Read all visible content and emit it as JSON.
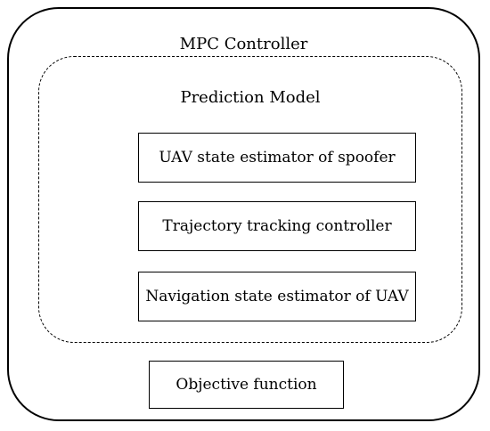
{
  "diagram": {
    "controller_title": "MPC Controller",
    "prediction_model": {
      "title": "Prediction Model",
      "components": [
        "UAV state estimator of spoofer",
        "Trajectory tracking controller",
        "Navigation state estimator of UAV"
      ]
    },
    "objective": "Objective function"
  }
}
